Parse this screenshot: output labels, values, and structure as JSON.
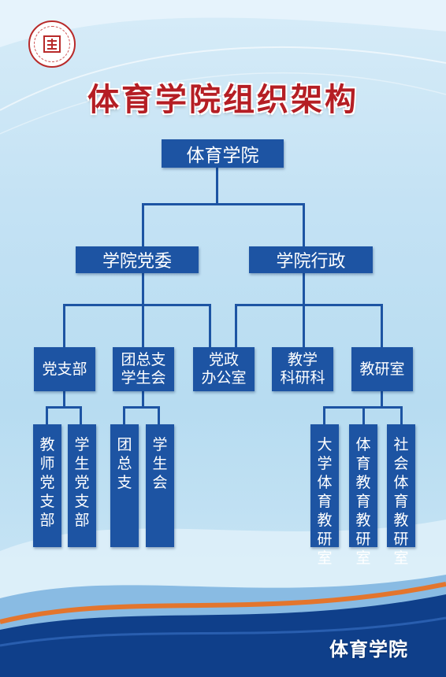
{
  "title": "体育学院组织架构",
  "footer": "体育学院",
  "colors": {
    "box": "#1d54a3",
    "title": "#b51e24",
    "bottom_band": "#0f3f8a",
    "accent_wave": "#e3752d"
  },
  "logo": {
    "name": "university-seal-logo"
  },
  "org": {
    "root": "体育学院",
    "party": "学院党委",
    "admin": "学院行政",
    "party_branch": "党支部",
    "league": "团总支\n学生会",
    "office": "党政\n办公室",
    "research": "教学\n科研科",
    "teaching": "教研室",
    "teacher_branch": "教师党支部",
    "student_branch": "学生党支部",
    "league_branch": "团总支",
    "student_union": "学生会",
    "univ_pe": "大学体育教研室",
    "pe_edu": "体育教育教研室",
    "social_pe": "社会体育教研室"
  }
}
